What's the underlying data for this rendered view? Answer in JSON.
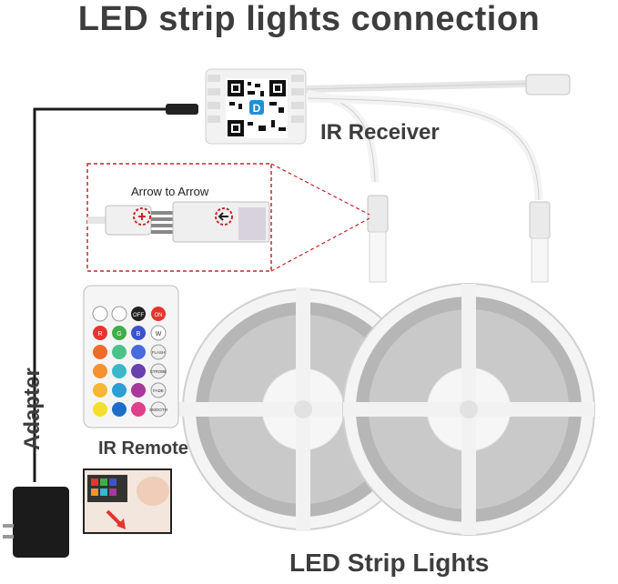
{
  "title": "LED strip lights connection",
  "labels": {
    "ir_receiver": "IR Receiver",
    "ir_remote": "IR Remote",
    "led_strip_lights": "LED Strip Lights",
    "adapter": "Adapter",
    "arrow_to_arrow": "Arrow to  Arrow"
  },
  "remote_buttons": {
    "off": "OFF",
    "on": "ON",
    "r": "R",
    "g": "G",
    "b": "B",
    "w": "W",
    "flash": "FLASH",
    "strobe": "STROBE",
    "fade": "FADE",
    "smooth": "SMOOTH"
  },
  "colors": {
    "text": "#3d3d3d",
    "dashed_box": "#c0282d",
    "remote_red": "#e4352f",
    "remote_green": "#3fae4a",
    "remote_blue": "#3b54c8"
  }
}
